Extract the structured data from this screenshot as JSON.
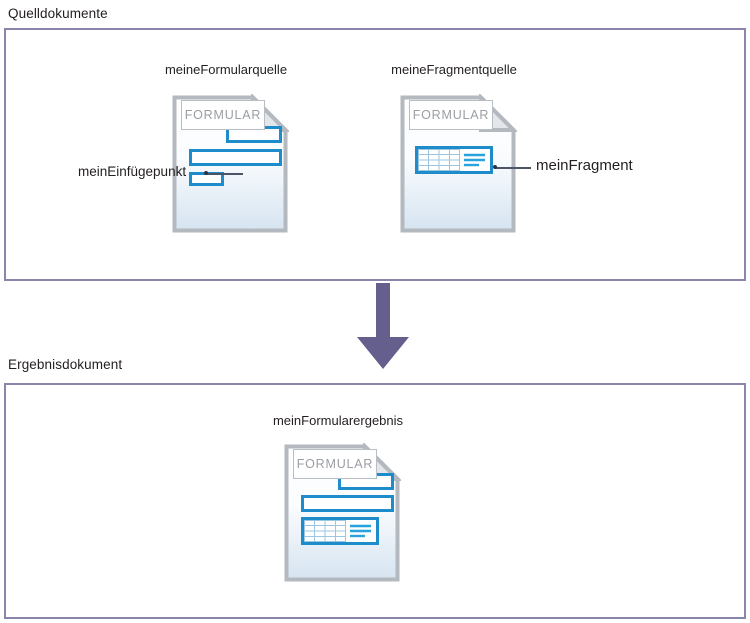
{
  "diagram": {
    "title_text_color": "#231f20",
    "frame_border_color": "#8a86ab",
    "accent_blue": "#1e8ccb",
    "doc_outline_color": "#b3b9bf",
    "arrow_color": "#645f8c",
    "sections": [
      {
        "id": "source",
        "caption": "Quelldokumente"
      },
      {
        "id": "result",
        "caption": "Ergebnisdokument"
      }
    ],
    "documents": [
      {
        "id": "form-source",
        "title": "meineFormularquelle",
        "badge": "FORMULAR",
        "content_kind": "insertion-bars"
      },
      {
        "id": "fragment-source",
        "title": "meineFragmentquelle",
        "badge": "FORMULAR",
        "content_kind": "fragment-table"
      },
      {
        "id": "form-result",
        "title": "meinFormularergebnis",
        "badge": "FORMULAR",
        "content_kind": "merged"
      }
    ],
    "callouts": [
      {
        "id": "insertion-point",
        "label": "meinEinfügepunkt",
        "side": "left"
      },
      {
        "id": "fragment",
        "label": "meinFragment",
        "side": "right"
      }
    ],
    "flow": {
      "arrow_direction": "down",
      "from": "Quelldokumente",
      "to": "Ergebnisdokument"
    }
  }
}
